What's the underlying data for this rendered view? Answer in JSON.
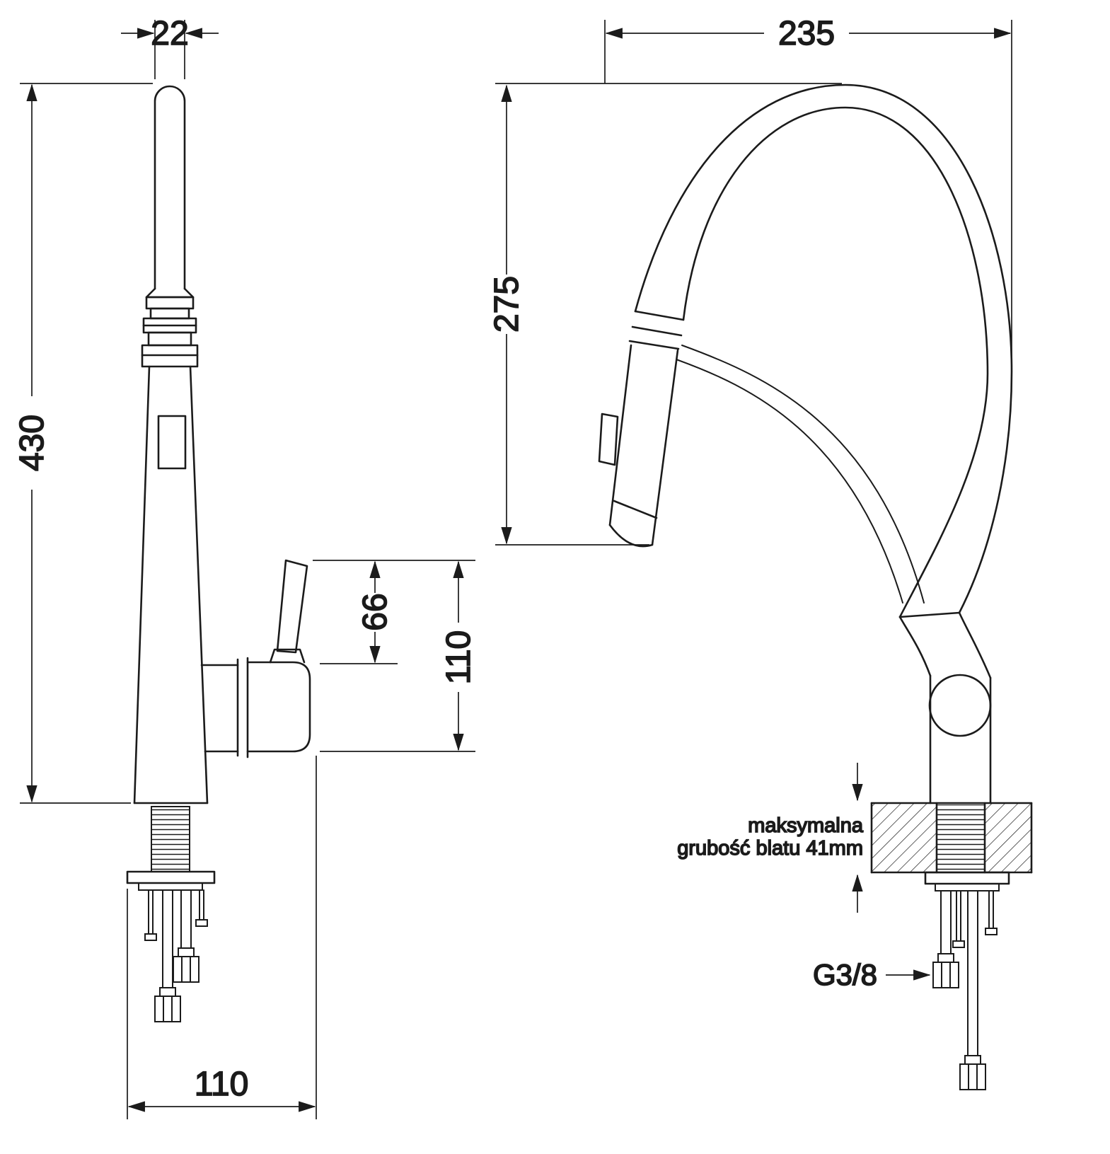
{
  "drawing": {
    "left": {
      "dim_diameter": "22",
      "dim_height": "430",
      "dim_lever": "66",
      "dim_body": "110",
      "dim_base": "110"
    },
    "right": {
      "dim_reach": "235",
      "dim_height": "275",
      "note_line1": "maksymalna",
      "note_line2": "grubość blatu 41mm",
      "thread_label": "G3/8"
    },
    "colors": {
      "line": "#1b1b1b",
      "background": "#ffffff"
    }
  }
}
